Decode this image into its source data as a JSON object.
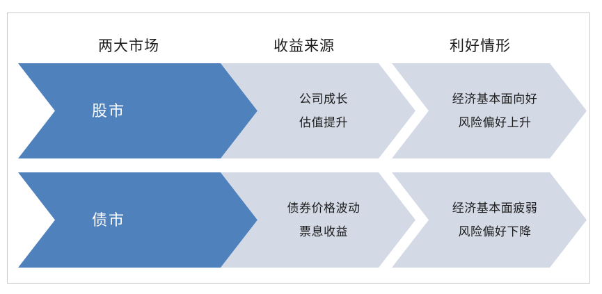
{
  "diagram": {
    "title_row": {
      "headers": [
        {
          "label": "两大市场"
        },
        {
          "label": "收益来源"
        },
        {
          "label": "利好情形"
        }
      ]
    },
    "colors": {
      "primary_blue": "#4F81BD",
      "light_blue": "#D3D9E5",
      "frame_border": "#C9C9C9",
      "text_dark": "#1A1A1A",
      "text_light": "#FFFFFF",
      "background": "#FFFFFF"
    },
    "rows": [
      {
        "market": "股市",
        "sources": {
          "line1": "公司成长",
          "line2": "估值提升"
        },
        "favorable": {
          "line1": "经济基本面向好",
          "line2": "风险偏好上升"
        }
      },
      {
        "market": "债市",
        "sources": {
          "line1": "债券价格波动",
          "line2": "票息收益"
        },
        "favorable": {
          "line1": "经济基本面疲弱",
          "line2": "风险偏好下降"
        }
      }
    ]
  }
}
